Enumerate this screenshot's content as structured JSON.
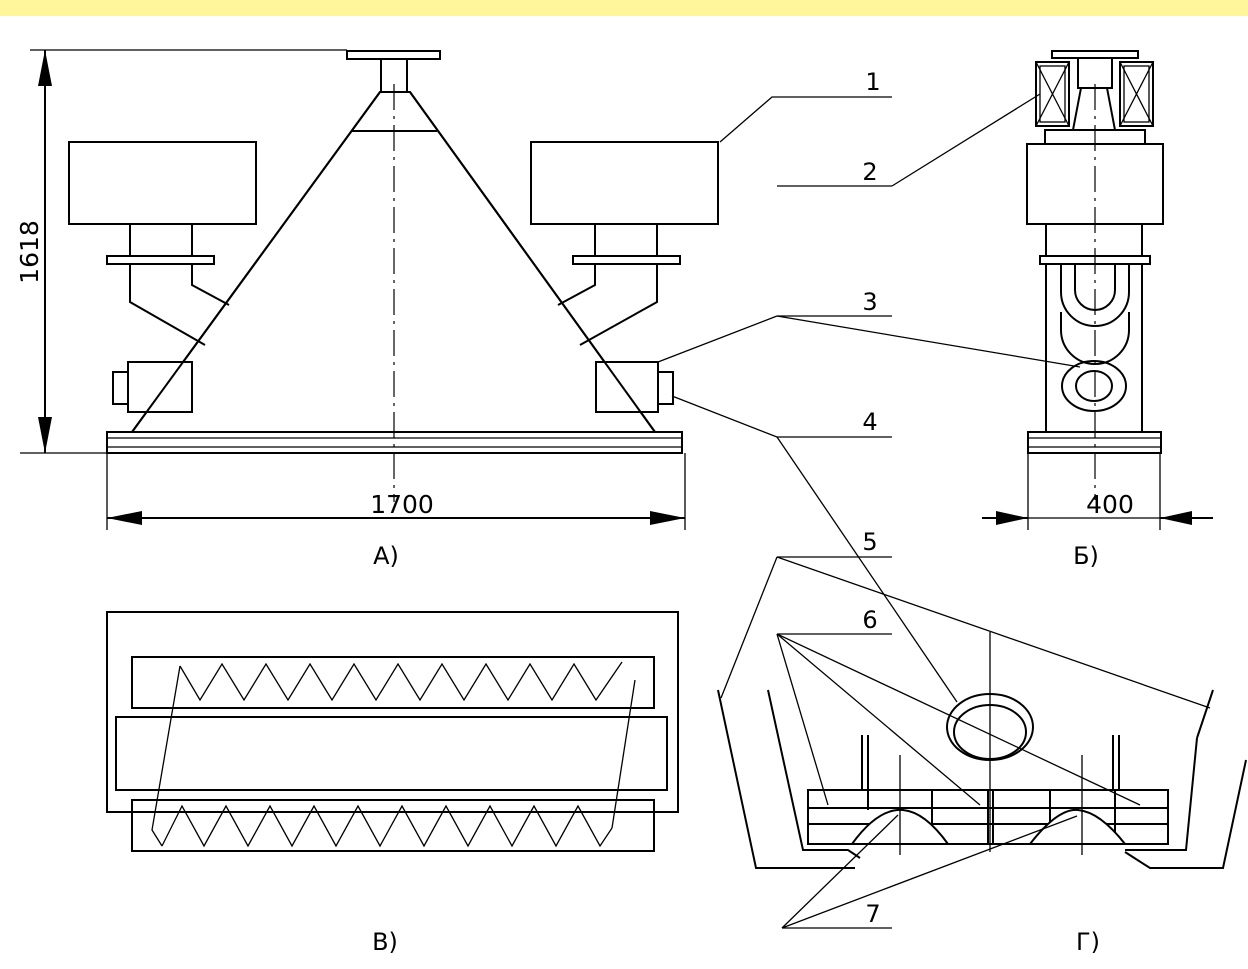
{
  "colors": {
    "top_band": "#fff59a",
    "line": "#000000",
    "background": "#ffffff"
  },
  "dimensions": {
    "height_label": "1618",
    "width_main_label": "1700",
    "width_side_label": "400"
  },
  "view_labels": {
    "a": "А)",
    "b": "Б)",
    "v": "В)",
    "g": "Г)"
  },
  "callouts": [
    {
      "id": "1",
      "label": "1"
    },
    {
      "id": "2",
      "label": "2"
    },
    {
      "id": "3",
      "label": "3"
    },
    {
      "id": "4",
      "label": "4"
    },
    {
      "id": "5",
      "label": "5"
    },
    {
      "id": "6",
      "label": "6"
    },
    {
      "id": "7",
      "label": "7"
    }
  ]
}
